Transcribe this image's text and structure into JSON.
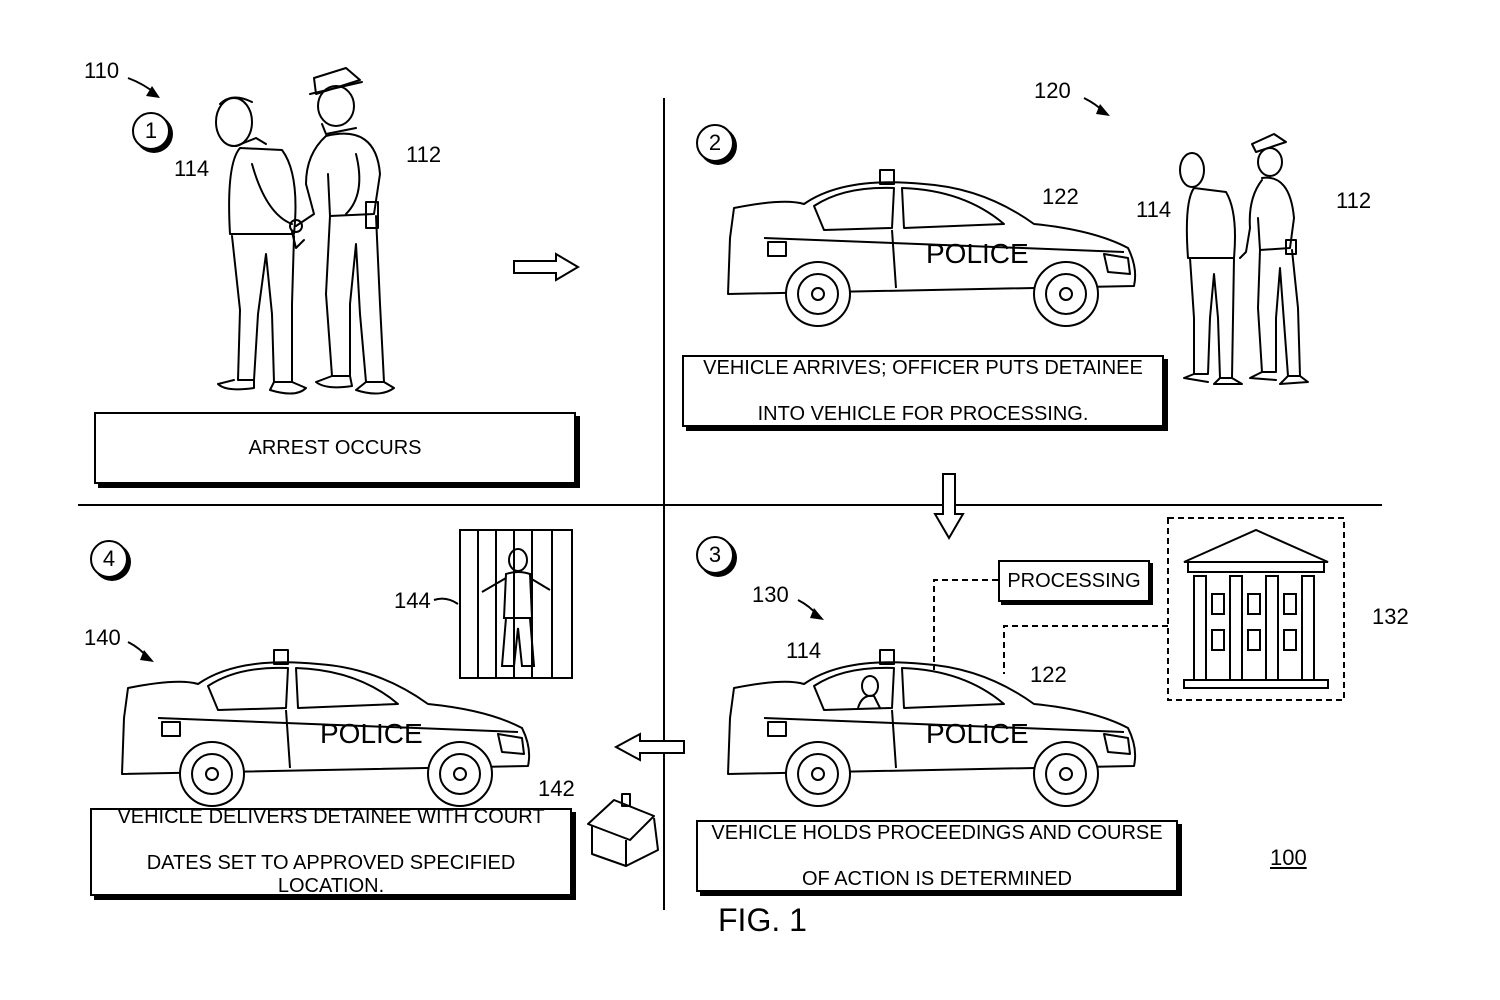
{
  "figure_label": "FIG. 1",
  "system_ref": "100",
  "steps": [
    {
      "number": "1",
      "ref": "110",
      "caption": [
        "ARREST OCCURS"
      ],
      "labels": [
        "114",
        "112"
      ]
    },
    {
      "number": "2",
      "ref": "120",
      "caption": [
        "VEHICLE ARRIVES; OFFICER PUTS DETAINEE",
        "INTO VEHICLE FOR PROCESSING."
      ],
      "labels": [
        "122",
        "114",
        "112"
      ],
      "car_text": "POLICE"
    },
    {
      "number": "3",
      "ref": "130",
      "caption": [
        "VEHICLE HOLDS PROCEEDINGS AND COURSE",
        "OF ACTION IS DETERMINED"
      ],
      "labels": [
        "114",
        "122",
        "132"
      ],
      "car_text": "POLICE",
      "processing_label": "PROCESSING"
    },
    {
      "number": "4",
      "ref": "140",
      "caption": [
        "VEHICLE DELIVERS DETAINEE WITH COURT",
        "DATES SET TO APPROVED SPECIFIED LOCATION."
      ],
      "labels": [
        "144",
        "142"
      ],
      "car_text": "POLICE"
    }
  ]
}
